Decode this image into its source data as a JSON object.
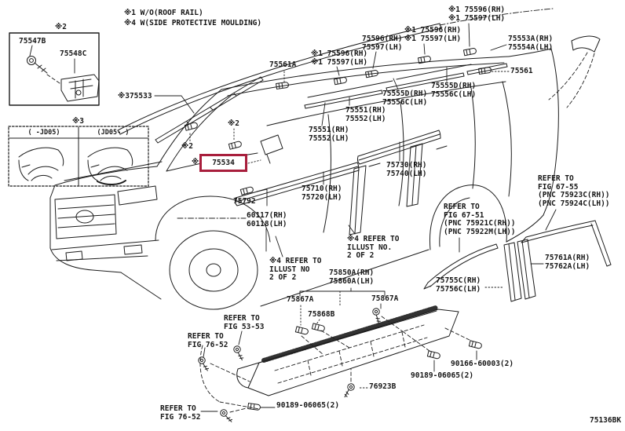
{
  "page": {
    "background": "#ffffff",
    "ink_color": "#1c1c1c",
    "highlight_color": "#a81e3c",
    "selected_part": "75534"
  },
  "labels": {
    "L0": "※1 W/O(ROOF RAIL)",
    "L1": "※4 W(SIDE PROTECTIVE MOULDING)",
    "L2": "※2",
    "L3": "75547B",
    "L4": "75548C",
    "L5": "※3",
    "L6": "( -JD05)",
    "L7": "(JD05- )",
    "L8": "※375533",
    "L9": "※2",
    "L10": "※2",
    "L11": "※",
    "L12": "75534",
    "L13": "75561A",
    "L14": "※1 75596(RH)\n※1 75597(LH)",
    "L15": "75596(RH)\n75597(LH)",
    "L16": "※1 75596(RH)\n※1 75597(LH)",
    "L17": "※1 75596(RH)\n※1 75597(LH)",
    "L18": "75553A(RH)\n75554A(LH)",
    "L19": "75561",
    "L20": "75555D(RH)\n75556C(LH)",
    "L21": "75555D(RH)\n75556C(LH)",
    "L22": "75551(RH)\n75552(LH)",
    "L23": "75551(RH)\n75552(LH)",
    "L24": "75730(RH)\n75740(LH)",
    "L25": "75710(RH)\n75720(LH)",
    "L26": "75792",
    "L27": "60117(RH)\n60118(LH)",
    "L28": "REFER TO\nFIG 67-55\n(PNC 75923C(RH))\n(PNC 75924C(LH))",
    "L29": "REFER TO\nFIG 67-51\n(PNC 75921C(RH))\n(PNC 75922M(LH))",
    "L30": "75761A(RH)\n75762A(LH)",
    "L31": "75755C(RH)\n75756C(LH)",
    "L32": "※4 REFER TO\nILLUST NO.\n2 OF 2",
    "L33": "※4 REFER TO\nILLUST NO\n2 OF 2",
    "L34": "75850A(RH)\n75860A(LH)",
    "L35": "75867A",
    "L36": "75867A",
    "L37": "75868B",
    "L38": "REFER TO\nFIG 53-53",
    "L39": "REFER TO\nFIG 76-52",
    "L40": "REFER TO\nFIG 76-52",
    "L41": "90189-06065(2)",
    "L42": "90189-06065(2)",
    "L43": "90166-60003(2)",
    "L44": "76923B",
    "L45": "75136BK"
  }
}
